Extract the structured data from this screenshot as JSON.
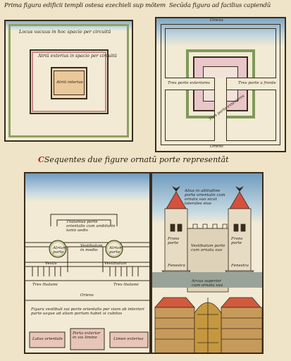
{
  "captions": {
    "fig1": "Prima figura edificii templi ostesa ezechieli sup mõtem",
    "fig2": "Secūda figura ad facilius capiendū",
    "middle": "Sequentes due figure ornatū porte representāt"
  },
  "fig1": {
    "outer": "Locus vacuus in hoc spacio per circuitū",
    "middle": "Atriū exterius in spacio per circuitū",
    "inner": "Atriū interius"
  },
  "fig2": {
    "top": "Oriens",
    "bottom": "Oriens",
    "left_gate": "Tres porte exteriores",
    "right_gate": "Tres porte a fronte",
    "diag": "Tres porte exteriores"
  },
  "fig3": {
    "upper": "Thalamus porte orientalis cum ambitu in iunio aedis",
    "center": "Vestibulum in medio",
    "ring_left": "Atrium porte",
    "ring_right": "Atrium porte",
    "label_left": "Vestis",
    "label_right": "Vestibulum",
    "bottom_left": "Tres thalami",
    "bottom_right": "Tres thalami",
    "oriens": "Oriens",
    "desc": "Figura vestibuli sui porte orientalis per viam ab interiori parte usque ad aliam portam habet vi cubitos",
    "box1": "Latus orientale",
    "box2": "Porta exterior in via limine",
    "box3": "Limen exterius"
  },
  "fig4": {
    "top": "Alius in altitudine porte orientalis cum ornatu suo sicut laterales eius",
    "left": "Frons porte",
    "right": "Frons porte",
    "center": "Vestibulum porte cum ornatu suo",
    "window_left": "Fenestra",
    "window_right": "Fenestra",
    "lower": "Arcus superior cum ornatu suo"
  }
}
